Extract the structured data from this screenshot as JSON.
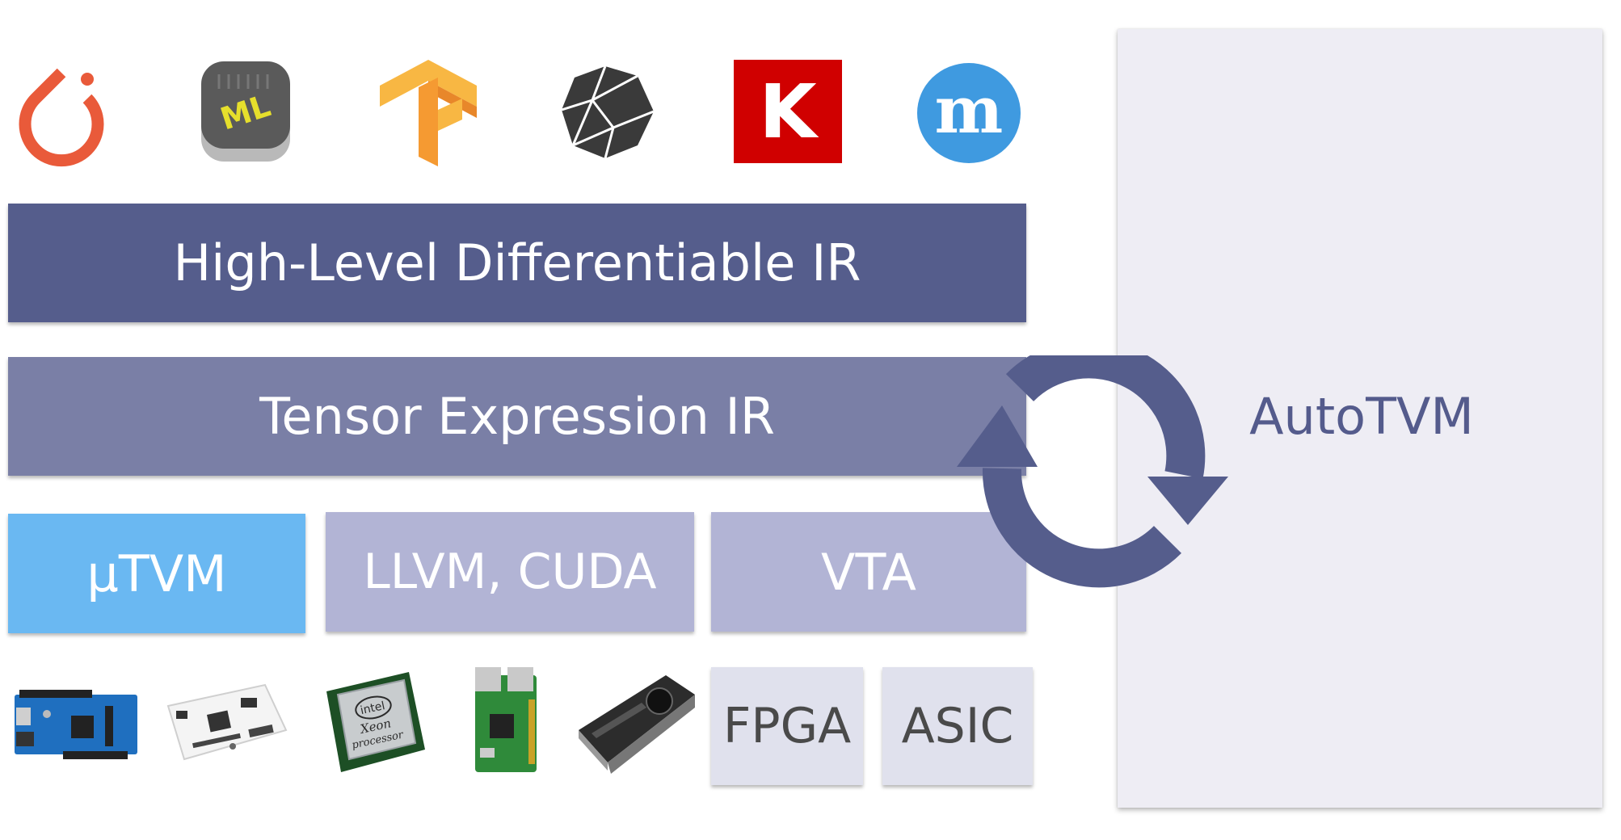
{
  "frameworks": [
    {
      "name": "pytorch-logo-icon",
      "color": "#e95a3a"
    },
    {
      "name": "coreml-logo-icon",
      "color": "#888888",
      "text": "ML"
    },
    {
      "name": "tensorflow-logo-icon",
      "color": "#f5a03a"
    },
    {
      "name": "polyhedron-logo-icon",
      "color": "#3a3a3a"
    },
    {
      "name": "keras-logo-icon",
      "color": "#d00000",
      "text": "K"
    },
    {
      "name": "mxnet-logo-icon",
      "color": "#3f9ae0",
      "text": "m"
    }
  ],
  "layers": {
    "high_level_ir": "High-Level Differentiable IR",
    "tensor_expression_ir": "Tensor Expression IR",
    "utvm": "µTVM",
    "llvm_cuda": "LLVM, CUDA",
    "vta": "VTA"
  },
  "hardware": {
    "fpga": "FPGA",
    "asic": "ASIC",
    "cpu_brand": "intel",
    "cpu_line1": "Xeon",
    "cpu_line2": "processor",
    "devices": [
      "arduino-board-icon",
      "dev-board-icon",
      "intel-xeon-chip-icon",
      "raspberry-pi-icon",
      "gpu-card-icon"
    ]
  },
  "autotvm": {
    "label": "AutoTVM"
  },
  "colors": {
    "high_level": "#555d8c",
    "tensor": "#7a7fa6",
    "utvm": "#6ab8f2",
    "backend": "#b2b4d5",
    "hw_box": "#e0e1ed",
    "autotvm_text": "#545b8c",
    "cycle_arrow": "#555d8c"
  }
}
